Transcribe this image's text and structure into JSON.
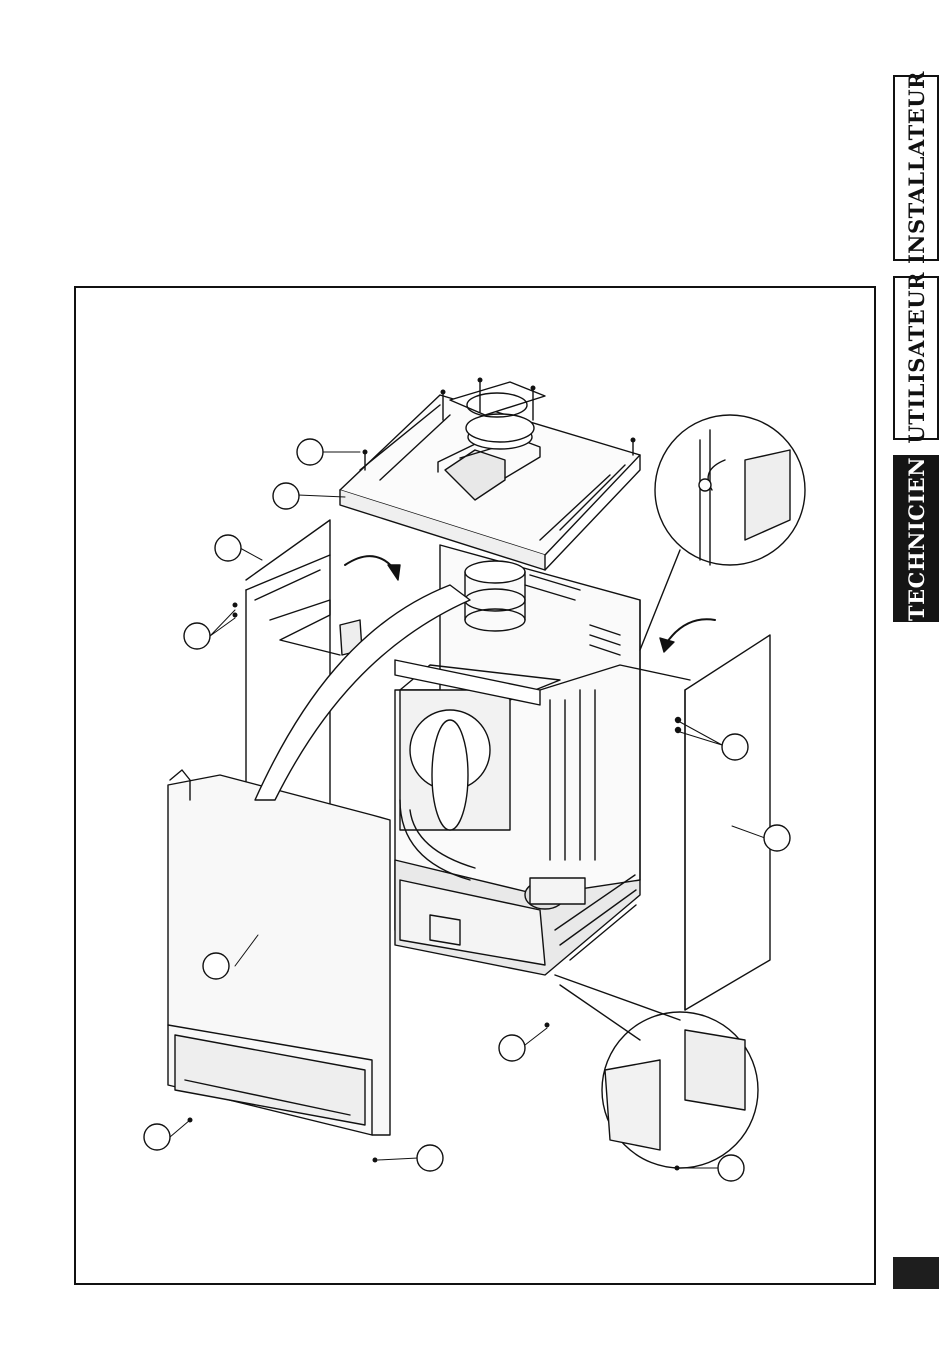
{
  "side_tabs": {
    "installateur": "INSTALLATEUR",
    "utilisateur": "UTILISATEUR",
    "technicien": "TECHNICIEN"
  },
  "figure": {
    "callouts": [
      "",
      "",
      "",
      "",
      "",
      "",
      "",
      "",
      "",
      "",
      ""
    ]
  }
}
